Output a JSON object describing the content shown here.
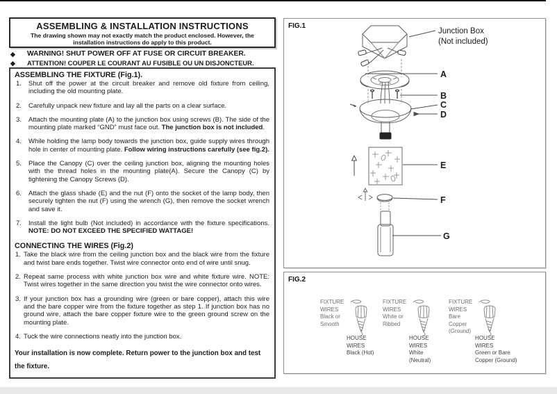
{
  "doc": {
    "title": "ASSEMBLING & INSTALLATION INSTRUCTIONS",
    "subtitle": "The drawing shown may not exactly match the product enclosed. However, the installation instructions do apply to this product."
  },
  "warnings": {
    "bullet": "◆",
    "line1": "WARNING! SHUT POWER OFF AT FUSE OR CIRCUIT BREAKER.",
    "line2": "ATTENTION! COUPER LE COURANT AU FUSIBLE OU UN DISJONCTEUR."
  },
  "assembling": {
    "heading": "ASSEMBLING THE FIXTURE (Fig.1).",
    "steps": [
      {
        "num": "1.",
        "text": "Shut off the power at the circuit breaker and remove old fixture from ceiling, including the old mounting plate.",
        "bold": "",
        "tail": ""
      },
      {
        "num": "2.",
        "text": "Carefully unpack new fixture and lay all the parts on a clear surface.",
        "bold": "",
        "tail": ""
      },
      {
        "num": "3.",
        "text": "Attach the mounting plate (A) to the junction box using screws (B). The side of the mounting plate marked “GND” must face out. ",
        "bold": "The junction box is not included",
        "tail": "."
      },
      {
        "num": "4.",
        "text": "While holding the lamp body towards the junction box, guide supply wires through hole in center of mounting plate. ",
        "bold": "Follow wiring instructions carefully (see fig.2).",
        "tail": ""
      },
      {
        "num": "5.",
        "text": "Place the Canopy (C) over the ceiling junction box, aligning the mounting holes with the thread holes in the mounting plate(A). Secure the Canopy (C) by tightening the Canopy Screws (D).",
        "bold": "",
        "tail": ""
      },
      {
        "num": "6.",
        "text": "Attach the glass shade (E) and the nut (F) onto the socket of the lamp body, then securely tighten the nut (F) using the wrench (G), then remove the socket wrench and save it.",
        "bold": "",
        "tail": ""
      },
      {
        "num": "7.",
        "text": "Install the light bulb (Not included) in accordance with the fixture specifications. ",
        "bold": "NOTE: DO NOT EXCEED THE SPECIFIED WATTAGE!",
        "tail": ""
      }
    ]
  },
  "connecting": {
    "heading": "CONNECTING THE WIRES (Fig.2)",
    "steps": [
      {
        "num": "1.",
        "text": "Take the black wire from the ceiling junction box and the black wire from the fixture and twist bare ends together. Twist wire connector onto end of wire until snug.",
        "bold": "",
        "tail": ""
      },
      {
        "num": "2.",
        "text": "Repeat same process with white junction box wire and white fixture wire. NOTE: Twist wires together in the same direction you twist the wire connector onto wires.",
        "bold": "",
        "tail": ""
      },
      {
        "num": "3.",
        "text": "If your junction box has a grounding wire (green or bare copper), attach this wire and the bare copper wire from the fixture together as step 1. If junction box has no ground wire, attach the bare copper fixture wire to the green ground screw on the mounting plate.",
        "bold": "",
        "tail": ""
      },
      {
        "num": "4.",
        "text": "Tuck the wire connections neatly into the junction box.",
        "bold": "",
        "tail": ""
      }
    ],
    "completion": "Your installation is now complete. Return power to the junction box and test the fixture."
  },
  "fig1": {
    "label": "FIG.1",
    "junction_box_line1": "Junction Box",
    "junction_box_line2": "(Not included)",
    "parts": [
      "A",
      "B",
      "C",
      "D",
      "E",
      "F",
      "G"
    ]
  },
  "fig2": {
    "label": "FIG.2",
    "groups": [
      {
        "fixture": "FIXTURE\nWIRES\nBlack or\nSmooth",
        "house": "HOUSE\nWIRES\nBlack (Hot)"
      },
      {
        "fixture": "FIXTURE\nWIRES\nWhite or\nRibbed",
        "house": "HOUSE\nWIRES\nWhite\n(Neutral)"
      },
      {
        "fixture": "FIXTURE\nWIRES\nBare\nCopper\n(Ground)",
        "house": "HOUSE\nWIRES\nGreen or Bare\nCopper (Ground)"
      }
    ]
  }
}
